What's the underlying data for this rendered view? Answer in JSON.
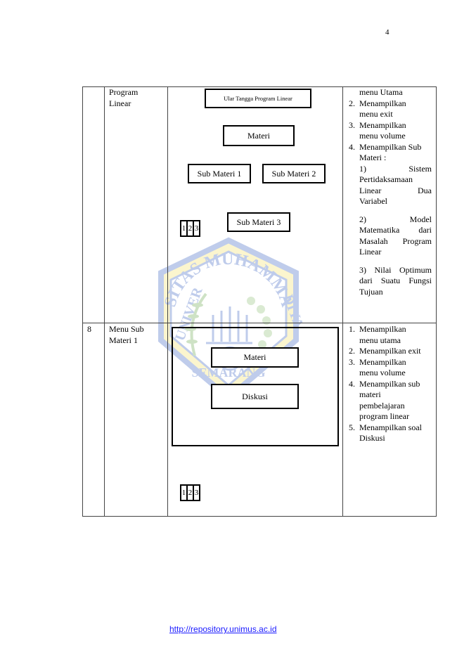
{
  "page_number": "4",
  "footer": {
    "url": "http://repository.unimus.ac.id"
  },
  "watermark": {
    "top": "SITAS MUHAMMA",
    "left": "UNIVER",
    "right": "DIYA",
    "bottom": "SEMARANG"
  },
  "row1": {
    "name_lines": [
      "Program",
      "Linear"
    ],
    "title_box": "Ular Tangga Program Linear",
    "materi_box": "Materi",
    "sub1_box": "Sub Materi 1",
    "sub2_box": "Sub Materi 2",
    "sub3_box": "Sub Materi 3",
    "pager": [
      "1",
      "2",
      "3"
    ],
    "desc_cont": "menu Utama",
    "desc_items": [
      {
        "n": "2.",
        "lines": [
          "Menampilkan",
          "menu  exit"
        ]
      },
      {
        "n": "3.",
        "lines": [
          "Menampilkan",
          "menu volume"
        ]
      },
      {
        "n": "4.",
        "lines": [
          "Menampilkan  Sub",
          "Materi :"
        ]
      }
    ],
    "sub_items": [
      [
        "1)              Sistem",
        "Pertidaksamaan",
        "Linear            Dua",
        "Variabel"
      ],
      [
        "2)              Model",
        "Matematika     dari",
        "Masalah  Program",
        "Linear"
      ],
      [
        "3)  Nilai  Optimum",
        "dari  Suatu  Fungsi",
        "Tujuan"
      ]
    ]
  },
  "row2": {
    "no": "8",
    "name_lines": [
      "Menu Sub",
      "Materi 1"
    ],
    "materi_box": "Materi",
    "diskusi_box": "Diskusi",
    "pager": [
      "1",
      "2",
      "3"
    ],
    "desc_items": [
      {
        "n": "1.",
        "lines": [
          "Menampilkan",
          "menu utama"
        ]
      },
      {
        "n": "2.",
        "lines": [
          "Menampilkan exit"
        ]
      },
      {
        "n": "3.",
        "lines": [
          "Menampilkan",
          "menu volume"
        ]
      },
      {
        "n": "4.",
        "lines": [
          "Menampilkan  sub",
          "materi",
          "pembelajaran",
          "program linear"
        ]
      },
      {
        "n": "5.",
        "lines": [
          "Menampilkan soal",
          "Diskusi"
        ]
      }
    ]
  }
}
